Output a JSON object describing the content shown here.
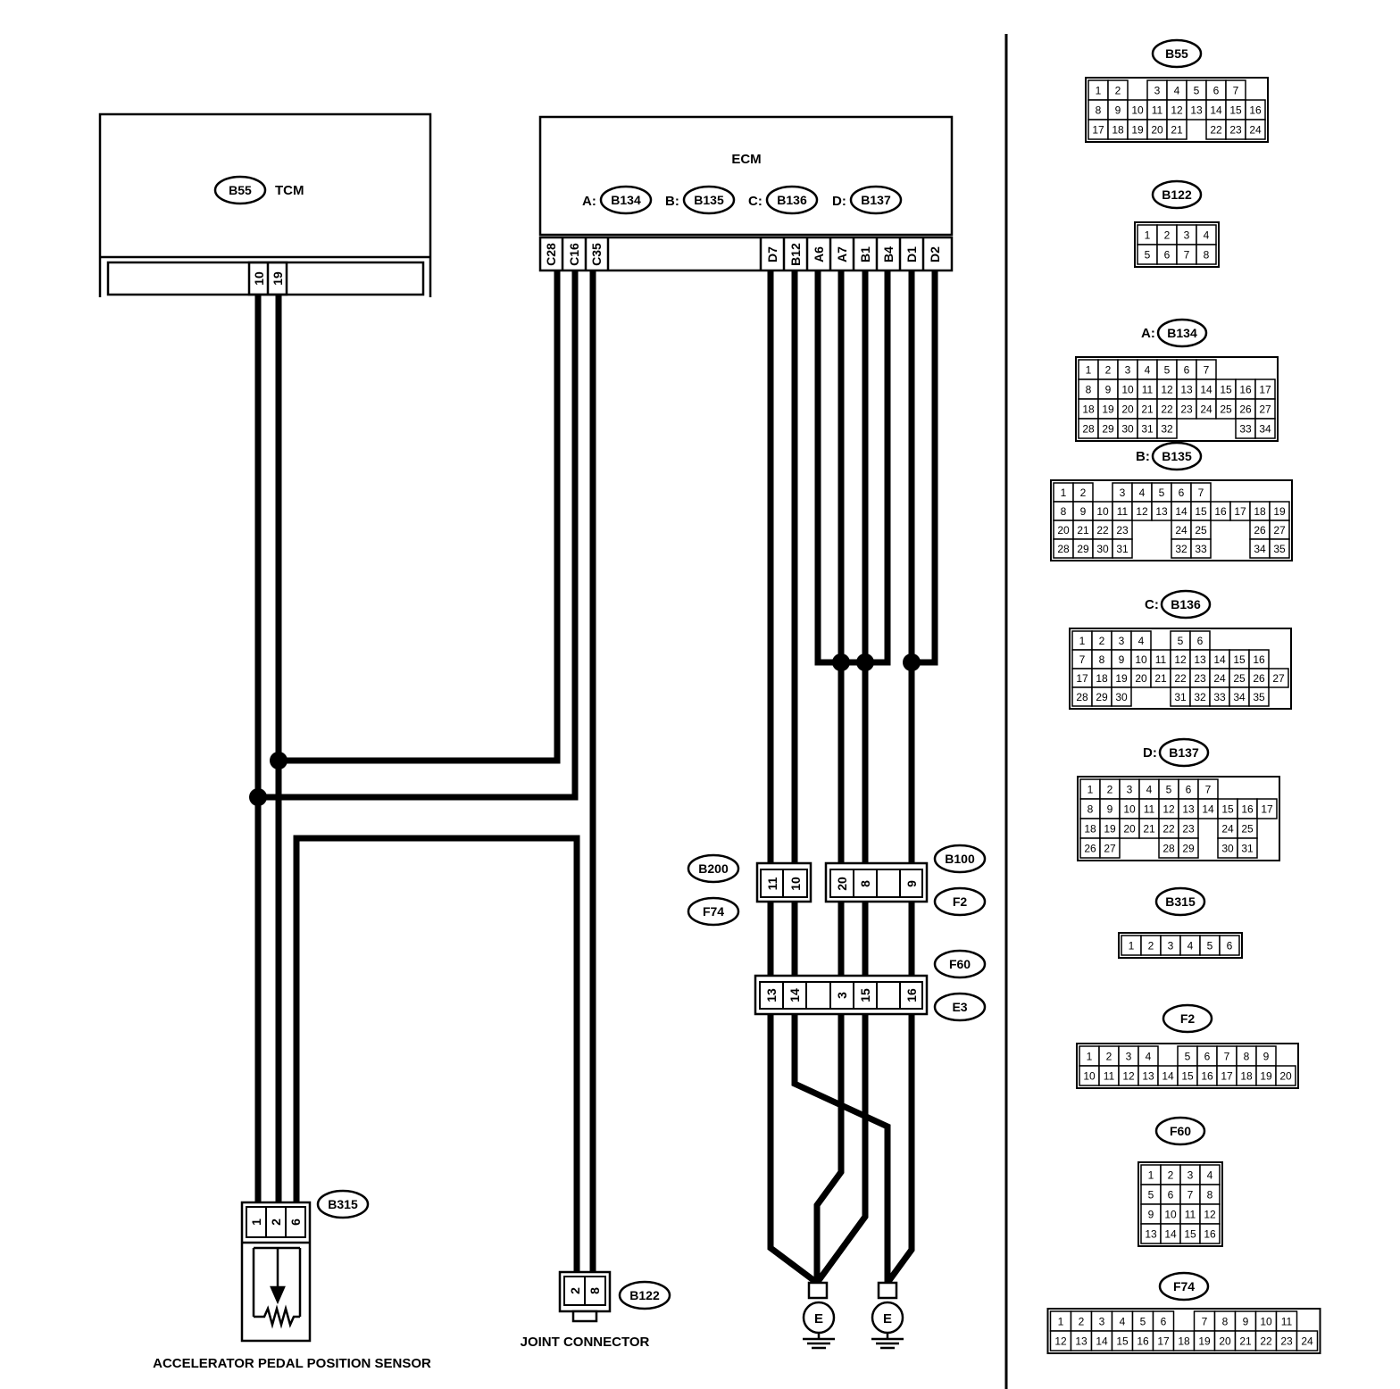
{
  "units": {
    "tcm": {
      "connector": "B55",
      "name": "TCM",
      "pins": [
        "10",
        "19"
      ]
    },
    "ecm": {
      "name": "ECM",
      "connectors": [
        {
          "prefix": "A:",
          "id": "B134"
        },
        {
          "prefix": "B:",
          "id": "B135"
        },
        {
          "prefix": "C:",
          "id": "B136"
        },
        {
          "prefix": "D:",
          "id": "B137"
        }
      ],
      "pins": [
        "C28",
        "C16",
        "C35",
        "D7",
        "B12",
        "A6",
        "A7",
        "B1",
        "B4",
        "D1",
        "D2"
      ]
    }
  },
  "sensor": {
    "connector": "B315",
    "label": "ACCELERATOR PEDAL POSITION SENSOR",
    "pins": [
      "1",
      "2",
      "6"
    ]
  },
  "joint": {
    "connector": "B122",
    "label": "JOINT CONNECTOR",
    "pins": [
      "2",
      "8"
    ]
  },
  "inline": {
    "b200": {
      "id": "B200",
      "pair": "F74",
      "pins": [
        "11",
        "10"
      ]
    },
    "b100": {
      "id": "B100",
      "pair": "F2",
      "pins": [
        "20",
        "8",
        "",
        "9"
      ]
    },
    "f60": {
      "id": "F60",
      "pair": "E3",
      "pins": [
        "13",
        "14",
        "",
        "3",
        "15",
        "",
        "16"
      ]
    }
  },
  "grounds": [
    "E",
    "E"
  ],
  "face_views": [
    {
      "id": "B55",
      "rows": [
        [
          "1",
          "2",
          "",
          "3",
          "4",
          "5",
          "6",
          "7"
        ],
        [
          "8",
          "9",
          "10",
          "11",
          "12",
          "13",
          "14",
          "15",
          "16"
        ],
        [
          "17",
          "18",
          "19",
          "20",
          "21",
          "",
          "22",
          "23",
          "24"
        ]
      ]
    },
    {
      "id": "B122",
      "rows": [
        [
          "1",
          "2",
          "3",
          "4"
        ],
        [
          "5",
          "6",
          "7",
          "8"
        ]
      ]
    },
    {
      "prefix": "A:",
      "id": "B134",
      "rows": [
        [
          "1",
          "2",
          "3",
          "4",
          "5",
          "6",
          "7"
        ],
        [
          "8",
          "9",
          "10",
          "11",
          "12",
          "13",
          "14",
          "15",
          "16",
          "17"
        ],
        [
          "18",
          "19",
          "20",
          "21",
          "22",
          "23",
          "24",
          "25",
          "26",
          "27"
        ],
        [
          "28",
          "29",
          "30",
          "31",
          "32",
          "",
          "",
          "",
          "33",
          "34"
        ]
      ]
    },
    {
      "prefix": "B:",
      "id": "B135",
      "rows": [
        [
          "1",
          "2",
          "",
          "3",
          "4",
          "5",
          "6",
          "7"
        ],
        [
          "8",
          "9",
          "10",
          "11",
          "12",
          "13",
          "14",
          "15",
          "16",
          "17",
          "18",
          "19"
        ],
        [
          "20",
          "21",
          "22",
          "23",
          "",
          "",
          "24",
          "25",
          "",
          "",
          "26",
          "27"
        ],
        [
          "28",
          "29",
          "30",
          "31",
          "",
          "",
          "32",
          "33",
          "",
          "",
          "34",
          "35"
        ]
      ]
    },
    {
      "prefix": "C:",
      "id": "B136",
      "rows": [
        [
          "1",
          "2",
          "3",
          "4",
          "",
          "5",
          "6"
        ],
        [
          "7",
          "8",
          "9",
          "10",
          "11",
          "12",
          "13",
          "14",
          "15",
          "16"
        ],
        [
          "17",
          "18",
          "19",
          "20",
          "21",
          "22",
          "23",
          "24",
          "25",
          "26",
          "27"
        ],
        [
          "28",
          "29",
          "30",
          "",
          "",
          "31",
          "32",
          "33",
          "34",
          "35"
        ]
      ]
    },
    {
      "prefix": "D:",
      "id": "B137",
      "rows": [
        [
          "1",
          "2",
          "3",
          "4",
          "5",
          "6",
          "7"
        ],
        [
          "8",
          "9",
          "10",
          "11",
          "12",
          "13",
          "14",
          "15",
          "16",
          "17"
        ],
        [
          "18",
          "19",
          "20",
          "21",
          "22",
          "23",
          "",
          "24",
          "25"
        ],
        [
          "26",
          "27",
          "",
          "",
          "28",
          "29",
          "",
          "30",
          "31"
        ]
      ]
    },
    {
      "id": "B315",
      "rows": [
        [
          "1",
          "2",
          "3",
          "4",
          "5",
          "6"
        ]
      ]
    },
    {
      "id": "F2",
      "rows": [
        [
          "1",
          "2",
          "3",
          "4",
          "",
          "5",
          "6",
          "7",
          "8",
          "9"
        ],
        [
          "10",
          "11",
          "12",
          "13",
          "14",
          "15",
          "16",
          "17",
          "18",
          "19",
          "20"
        ]
      ]
    },
    {
      "id": "F60",
      "rows": [
        [
          "1",
          "2",
          "3",
          "4"
        ],
        [
          "5",
          "6",
          "7",
          "8"
        ],
        [
          "9",
          "10",
          "11",
          "12"
        ],
        [
          "13",
          "14",
          "15",
          "16"
        ]
      ]
    },
    {
      "id": "F74",
      "rows": [
        [
          "1",
          "2",
          "3",
          "4",
          "5",
          "6",
          "",
          "7",
          "8",
          "9",
          "10",
          "11"
        ],
        [
          "12",
          "13",
          "14",
          "15",
          "16",
          "17",
          "18",
          "19",
          "20",
          "21",
          "22",
          "23",
          "24"
        ]
      ]
    }
  ]
}
